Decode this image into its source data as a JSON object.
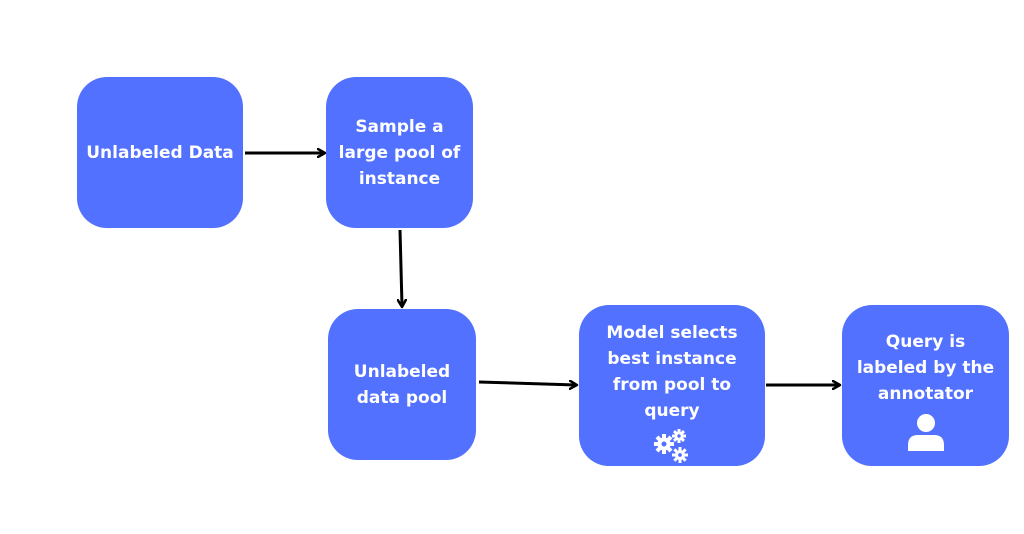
{
  "colors": {
    "node_fill": "#5271ff",
    "node_text": "#ffffff",
    "arrow": "#000000",
    "background": "#ffffff"
  },
  "nodes": {
    "unlabeled_data": {
      "label": "Unlabeled Data"
    },
    "sample_pool": {
      "label": "Sample a large pool of instance"
    },
    "unlabeled_pool": {
      "label": "Unlabeled data pool"
    },
    "model_selects": {
      "label": "Model selects best instance from pool to query",
      "icon": "gears-icon"
    },
    "query_labeled": {
      "label": "Query is labeled by the annotator",
      "icon": "user-icon"
    }
  },
  "edges": [
    {
      "from": "unlabeled_data",
      "to": "sample_pool"
    },
    {
      "from": "sample_pool",
      "to": "unlabeled_pool"
    },
    {
      "from": "unlabeled_pool",
      "to": "model_selects"
    },
    {
      "from": "model_selects",
      "to": "query_labeled"
    }
  ]
}
